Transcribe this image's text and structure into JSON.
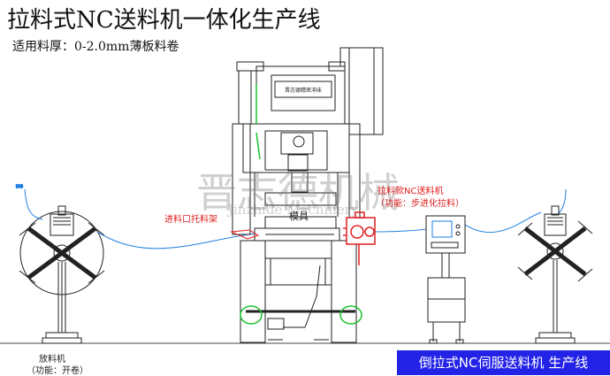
{
  "title": "拉料式NC送料机一体化生产线",
  "subtitle": "适用料厚：0-2.0mm薄板料卷",
  "labels": {
    "uncoiler": "放料机",
    "uncoiler_function": "（功能：开卷）",
    "inlet_bracket": "进料口托料架",
    "die": "模具",
    "feeder_line1": "拉料款NC送料机",
    "feeder_line2": "（功能：步进化拉料）"
  },
  "watermark": {
    "cn": "晋志德机械",
    "en": "Jinzhide Machinery"
  },
  "footer_banner": "倒拉式NC伺服送料机 生产线",
  "press_nameplate": "晋志德精密冲床",
  "colors": {
    "line": "#1a1a1a",
    "strip": "#1e7fe0",
    "red_label": "#e02020",
    "highlight": "#19c22a",
    "banner": "#2323e8",
    "feeder": "#e02020"
  }
}
